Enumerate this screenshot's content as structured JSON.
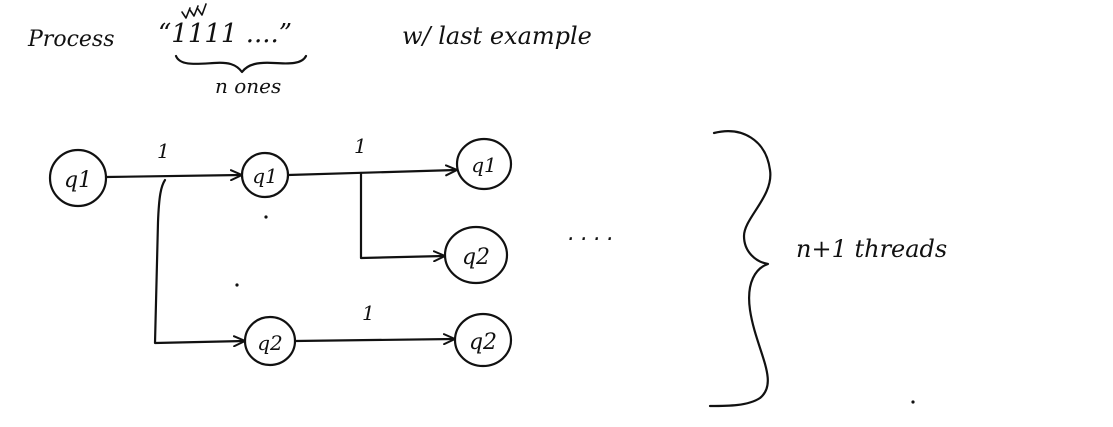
{
  "header": {
    "process_word": "Process",
    "input_string": "“1111 ....”",
    "brace_label": "n ones",
    "note": "w/ last example"
  },
  "states": [
    {
      "label": "q1"
    },
    {
      "label": "q1"
    },
    {
      "label": "q1"
    },
    {
      "label": "q2"
    },
    {
      "label": "q2"
    },
    {
      "label": "q2"
    }
  ],
  "transitions": [
    {
      "label": "1"
    },
    {
      "label": "1"
    },
    {
      "label": "1"
    }
  ],
  "continuation": "....",
  "threads_label": "n+1 threads"
}
